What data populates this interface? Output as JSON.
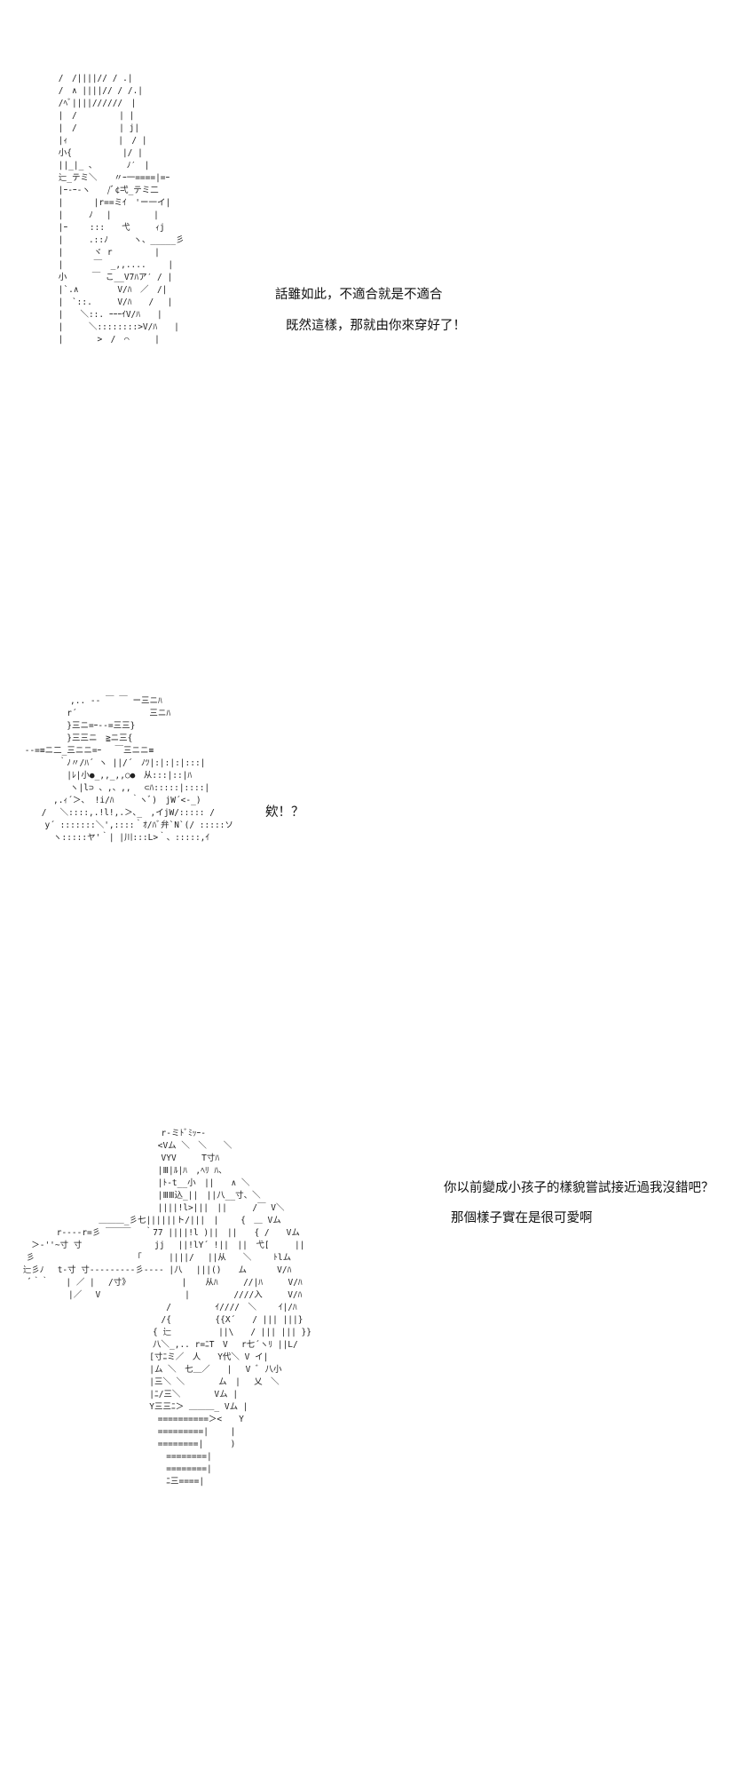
{
  "panels": [
    {
      "art": " /　/||||// / .|\n /　∧ ||||// / /.|\n /ﾍﾞ||||//////　|\n |　/　　　　　| |\n |　/　　　　　| j|\n |ｨ　　　　　　|　/ |\n 小{　　　　　　|/ |\n ||_|_ ､　　　　ﾉ′　|\n 辷_テミ＼　　〃ｰ一====|=ｰ\n |ｰ‐ｰ‐ヽ　　/ﾞ¢弌_テミ二\n |　　　 |r==ミｲ　'ー一イ|\n |　　　ﾉ　 |　　　　　|\n |ｰ　　 :::　　弋　　　ｨj\n |　　　.::ﾉ　　　ヽ、_____彡\n |　　　 ヾ r　　　　　|\n |　　　 ￣　_,,.... 　　|\n 小　　　￣ こ__V7ﾊア′ / |\n |`.∧　　　　 V/ﾊ　／　/|\n |　`::.　　　V/ﾊ　　/ 　|\n |　　＼::. ｰｰｰｲV/ﾊ　　|\n |　　　＼::::::::>V/ﾊ　　|\n |　　　　>　/　⌒　　　|",
      "lines": [
        "話雖如此，不適合就是不適合",
        "既然這樣，那就由你來穿好了！"
      ]
    },
    {
      "art": "　　　　　　,.. -‐ ￣ ￣ ー三ニﾊ\n　　　　　 r´　　　　　　　　 三ニﾊ\n　　　　　 }三ニ=ｰ‐-=三三}\n　　　　　 }三三ニ　≧ニ三{\n ‐-=≡ニ二_三ニニ=ｰ　 ￣三ニニ≡\n　　　　 ｀ﾉ〃/ﾊ´ ヽ ||/´　ﾉﾂ|:|:|:|:::|\n　　　　　 |ﾚ|小●_,,_,,○●　从:::|::|ﾊ\n　　　　　　ヽ|l⊃ 、,、,, 　⊂ﾊ:::::|::::|\n　　　　,.ｨ´＞、 !i/ﾊ　　｀ヽﾞ)　jW´<‐_)\n　　 /　 ＼::::,.!l!,.＞､_　,イjW/::::: /\n　　　y´ :::::::＼',::::｀ｵ/ﾊﾞ弁`N`(/ :::::ソ\n　　　　ヽ:::::ヤ'｀| |川:::L>｀、:::::,ｲ",
      "lines": [
        "欸！？"
      ]
    },
    {
      "art": "　　　　　　　　　　　　　　　　　r‐ミﾄﾞﾐｯｰ‐\n　　　　　　　　　　　　　　　　 <Vム ＼　＼　　＼\n　　　　　　　　　　　　　　　　　VYV　　　T寸ﾊ\n　　　　　　　　　　　　　　　　 |Ⅲ|ﾙ|ﾊ　,ﾍﾘ ﾊ、\n　　　　　　　　　　　　　　　　 |ﾄ‐t__小　||　　∧ ＼\n　　　　　　　　　　　　　　　　 |ⅢⅢ込_||　||八__寸、＼\n　　　　　　　　　　　　　　　　 ||||!l>|||　||　　　/￣ V＼\n　　　　　　　　　 ＿＿＿_彡七||||||ト/|||　|　　 {　＿ Vム\n　　　　 r‐‐‐‐r=彡 ￣￣￣　 ｀77 ||||!l )||　||　　{ /　　Vム\n　 ＞‐''~寸 寸　　　　　　　　 jj　 ||!lY´ !||　||　弋[　　　||\n　彡　　　　　　 　　　　　 ｢ 　　 ||||/　 ||从　　＼　　 ﾄlム\n 辷彡ﾉ　 t‐寸 寸‐‐‐‐‐‐‐‐‐彡‐‐‐‐ |八 　|||()　　ム　　 　V/ﾊ\n　 ﾞ｀｀　　| ／ | 　/寸》　　　　　　 | 　 从ﾊ　　　//|ﾊ　　　V/ﾊ\n　　　　　　|／　 V　　　　　　　　　　| 　　　　 ////入　　　V/ﾊ\n　　　　　　　　　　　　　　　　　 /　 　　　 ｲ////　＼　 　ｲ|/ﾊ\n　　　　　　　　　　　　　　　　　/{　 　　　 {{X´　　/ ||| |||}\n　　　　　　　　　　　　　　　　{ 辷　　　　　 ||\\　　/ ||| ||| }}\n　　　　　　　　　　　　　　　　八＼_,.. r=ﾆT　V　 r七´ヽﾘ ||L/\n　　　　　　　　　　　　　　　 [寸ﾆミ／　人　　Y代＼ V イ|\n　　　　　　　　　　　　　　　 |ム ＼　七＿／　　|　 V ﾞ 八小\n　　　　　　　　　　　　　　　 |三＼ ＼　　　　ム　|　 乂　＼\n　　　　　　　　　　　　　　　 |ﾆ/三＼　　　　Vム |\n　　　　　　　　　　　　　　　 Y三三ﾆ＞ ＿＿＿_ Vム |\n　　　　　　　　　　　　　　　　 ==========＞<　　Y\n　　　　　　　　　　　　　　　　 =========|　　 |\n　　　　　　　　　　　　　　　　 ========| 　　 )\n　　　　　　　　　　　　　　　　　 ========|\n　　　　　　　　　　　　　　　　　 ========|\n　　　　　　　　　　　　　　　　　 ﾆ三====|",
      "lines": [
        "你以前變成小孩子的樣貌嘗試接近過我沒錯吧？",
        "那個樣子實在是很可愛啊"
      ]
    }
  ]
}
